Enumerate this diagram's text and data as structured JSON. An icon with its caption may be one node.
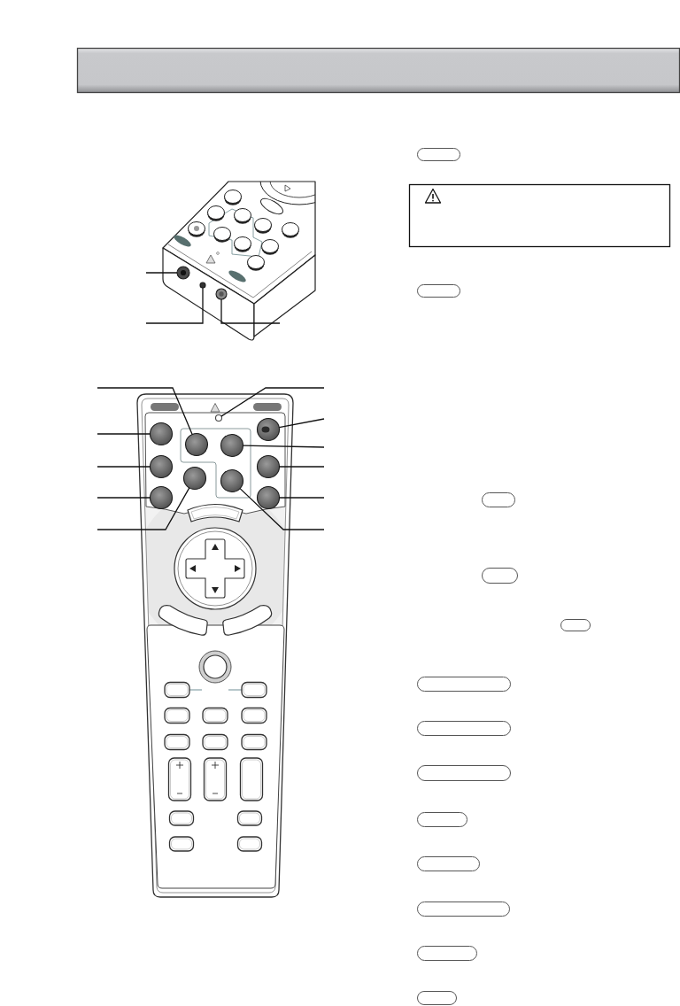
{
  "diagram": {
    "nodes": [
      {
        "text": [],
        "shape": "circle"
      },
      {
        "text": [],
        "shape": "circle"
      },
      {
        "text": [],
        "shape": "circle"
      },
      {
        "text": [],
        "shape": "circle"
      },
      {
        "text": [],
        "shape": "circle"
      },
      {
        "text": [],
        "shape": "circle"
      },
      {
        "text": [],
        "shape": "circle"
      },
      {
        "text": [],
        "shape": "circle"
      },
      {
        "text": [],
        "shape": "circle"
      },
      {
        "text": [],
        "shape": "circle"
      },
      {
        "text": [],
        "shape": "circle"
      },
      {
        "text": [],
        "shape": "circle"
      },
      {
        "text": [],
        "shape": "circle"
      },
      {
        "text": [],
        "shape": "circle"
      },
      {
        "text": [],
        "shape": "box"
      },
      {
        "text": [],
        "shape": "box"
      },
      {
        "text": [],
        "shape": "box"
      },
      {
        "text": [],
        "shape": "box"
      },
      {
        "text": [],
        "shape": "box"
      },
      {
        "text": [],
        "shape": "box"
      },
      {
        "text": [],
        "shape": "box"
      },
      {
        "text": [],
        "shape": "box"
      },
      {
        "text": [],
        "shape": "box"
      },
      {
        "text": [],
        "shape": "box"
      },
      {
        "text": [],
        "shape": "box"
      },
      {
        "text": [],
        "shape": "box"
      },
      {
        "text": [],
        "shape": "box"
      }
    ],
    "edges": [
      {
        "from": null,
        "to": 0,
        "arrow": "none"
      },
      {
        "from": null,
        "to": 1,
        "arrow": "none"
      },
      {
        "from": null,
        "to": 2,
        "arrow": "none"
      },
      {
        "from": null,
        "to": 3,
        "arrow": "none"
      },
      {
        "from": null,
        "to": 4,
        "arrow": "none"
      },
      {
        "from": null,
        "to": 5,
        "arrow": "none"
      },
      {
        "from": null,
        "to": 6,
        "arrow": "none"
      },
      {
        "from": null,
        "to": 7,
        "arrow": "none"
      },
      {
        "from": null,
        "to": 8,
        "arrow": "none"
      },
      {
        "from": null,
        "to": 9,
        "arrow": "none"
      },
      {
        "from": null,
        "to": 10,
        "arrow": "none"
      },
      {
        "from": null,
        "to": 11,
        "arrow": "none"
      },
      {
        "from": null,
        "to": 12,
        "arrow": "none"
      },
      {
        "from": null,
        "to": 13,
        "arrow": "none"
      }
    ]
  }
}
